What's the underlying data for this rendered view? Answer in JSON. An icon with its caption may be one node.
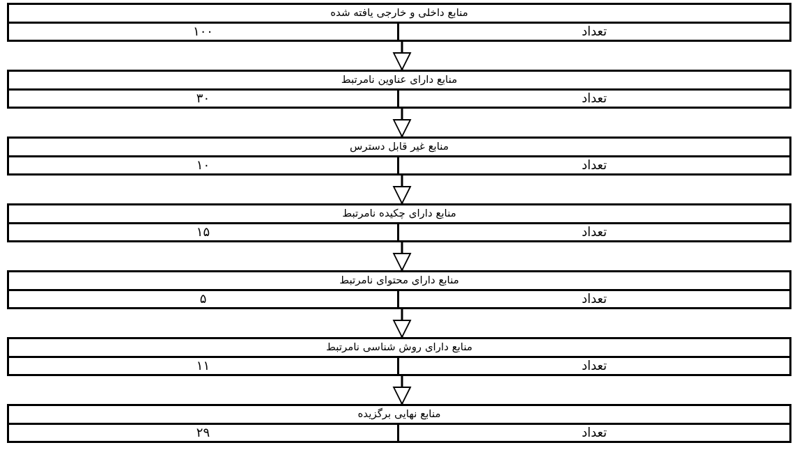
{
  "diagram": {
    "nodes": [
      {
        "text": [
          "منابع داخلی و خارجی یافته شده",
          "تعداد",
          "۱۰۰"
        ]
      },
      {
        "text": [
          "منابع دارای عناوین نامرتبط",
          "تعداد",
          "۳۰"
        ]
      },
      {
        "text": [
          "منابع غیر قابل دسترس",
          "تعداد",
          "۱۰"
        ]
      },
      {
        "text": [
          "منابع دارای چکیده نامرتبط",
          "تعداد",
          "۱۵"
        ]
      },
      {
        "text": [
          "منابع دارای محتوای نامرتبط",
          "تعداد",
          "۵"
        ]
      },
      {
        "text": [
          "منابع دارای روش شناسی نامرتبط",
          "تعداد",
          "۱۱"
        ]
      },
      {
        "text": [
          "منابع نهایی برگزیده",
          "تعداد",
          "۲۹"
        ]
      }
    ],
    "edges": [
      {
        "from": 0,
        "to": 1,
        "arrow": "to"
      },
      {
        "from": 1,
        "to": 2,
        "arrow": "to"
      },
      {
        "from": 2,
        "to": 3,
        "arrow": "to"
      },
      {
        "from": 3,
        "to": 4,
        "arrow": "to"
      },
      {
        "from": 4,
        "to": 5,
        "arrow": "to"
      },
      {
        "from": 5,
        "to": 6,
        "arrow": "to"
      }
    ]
  }
}
